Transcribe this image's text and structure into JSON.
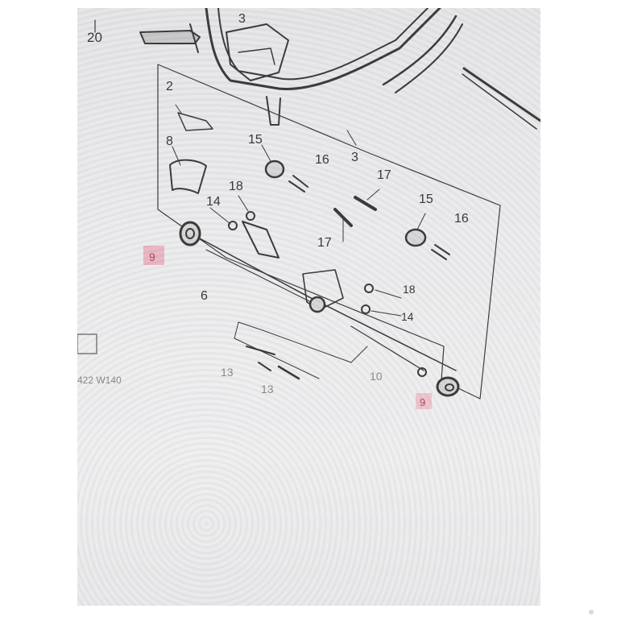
{
  "labels": {
    "l20": "20",
    "l3a": "3",
    "l2": "2",
    "l8": "8",
    "l15a": "15",
    "l16a": "16",
    "l3b": "3",
    "l17a": "17",
    "l18a": "18",
    "l14a": "14",
    "l15b": "15",
    "l16b": "16",
    "l17b": "17",
    "l9a": "9",
    "l6": "6",
    "l18b": "18",
    "l14b": "14",
    "l13a": "13",
    "l13b": "13",
    "l10": "10",
    "l9b": "9"
  },
  "side_text": {
    "code": "422 W140"
  },
  "colors": {
    "ink": "#3a3a3a",
    "highlight": "#e8b8c4",
    "screen": "#ececee"
  }
}
